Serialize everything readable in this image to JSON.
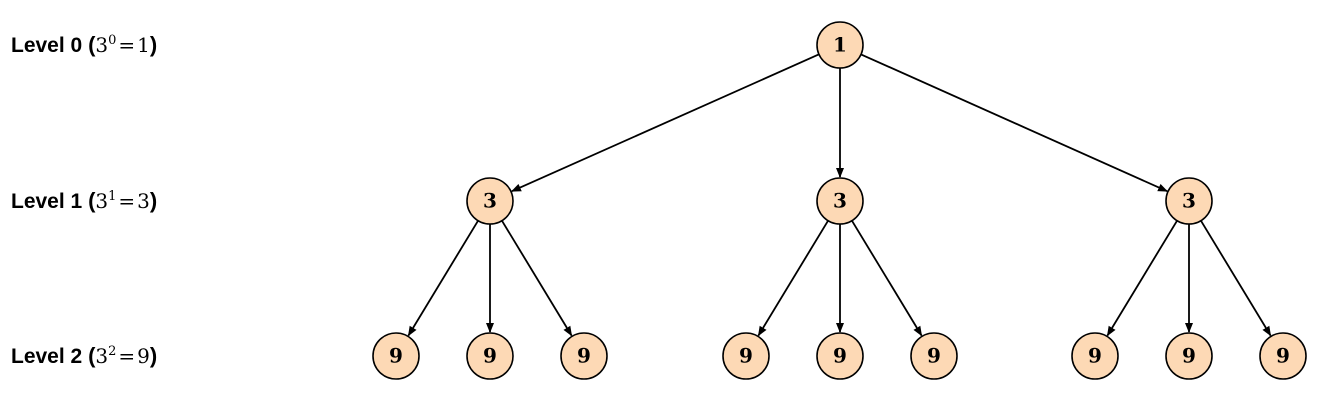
{
  "levels": [
    {
      "label": "Level 0",
      "base": "3",
      "exponent": "0",
      "value": "1"
    },
    {
      "label": "Level 1",
      "base": "3",
      "exponent": "1",
      "value": "3"
    },
    {
      "label": "Level 2",
      "base": "3",
      "exponent": "2",
      "value": "9"
    }
  ],
  "colors": {
    "node_fill": "#fdd9b5",
    "node_stroke": "#000000",
    "edge": "#000000",
    "text": "#000000"
  },
  "tree": {
    "root": {
      "label": "1"
    },
    "level1": [
      {
        "label": "3",
        "children": [
          "9",
          "9",
          "9"
        ]
      },
      {
        "label": "3",
        "children": [
          "9",
          "9",
          "9"
        ]
      },
      {
        "label": "3",
        "children": [
          "9",
          "9",
          "9"
        ]
      }
    ]
  }
}
